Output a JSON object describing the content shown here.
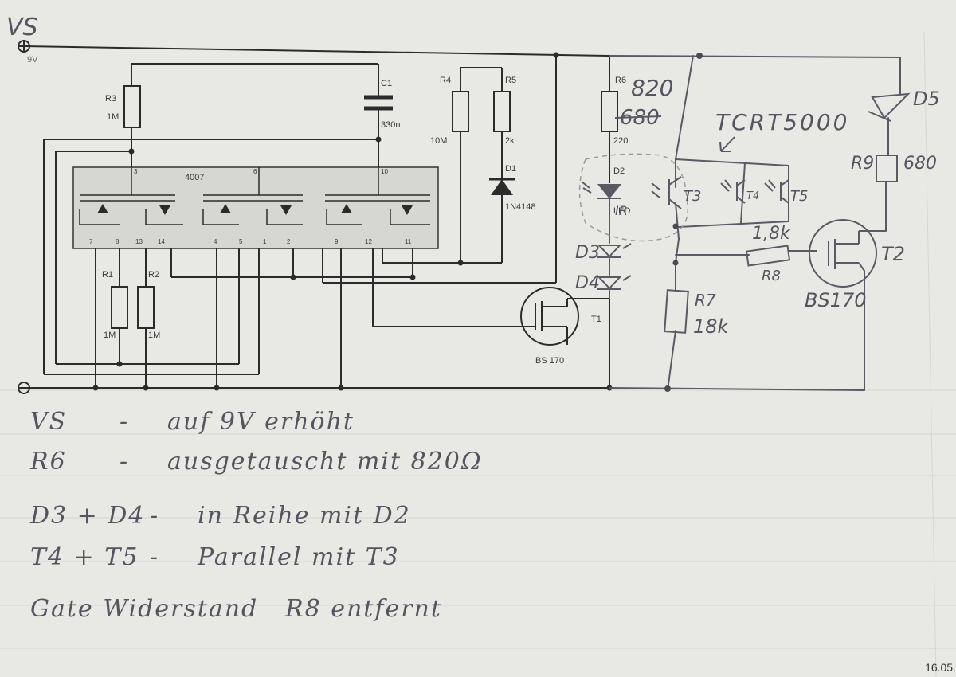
{
  "schematic": {
    "supply_label": "VS",
    "supply_voltage": "9V",
    "ic_label": "4007",
    "ic_pins": [
      "3",
      "6",
      "10",
      "7",
      "8",
      "13",
      "14",
      "4",
      "5",
      "1",
      "2",
      "9",
      "12",
      "11"
    ],
    "r3": {
      "ref": "R3",
      "value": "1M"
    },
    "c1": {
      "ref": "C1",
      "value": "330n"
    },
    "r4": {
      "ref": "R4",
      "value": "10M"
    },
    "r5": {
      "ref": "R5",
      "value": "2k"
    },
    "d1": {
      "ref": "D1",
      "value": "1N4148"
    },
    "r6": {
      "ref": "R6",
      "value_new": "820",
      "value_struck": "680",
      "value_original": "220"
    },
    "d2": {
      "ref": "D2",
      "label": "IR",
      "type": "LED"
    },
    "d3": "D3",
    "d4": "D4",
    "r1": {
      "ref": "R1",
      "value": "1M"
    },
    "r2": {
      "ref": "R2",
      "value": "1M"
    },
    "t1": {
      "ref": "T1",
      "type": "BS 170"
    },
    "sensor": "TCRT5000",
    "t3": "T3",
    "t4": "T4",
    "t5": "T5",
    "d5": "D5",
    "r9": {
      "ref": "R9",
      "value": "680"
    },
    "r8": {
      "ref": "R8",
      "value": "1,8k"
    },
    "r7": {
      "ref": "R7",
      "value": "18k"
    },
    "t2": {
      "ref": "T2",
      "type": "BS170"
    }
  },
  "notes": [
    {
      "key": "VS",
      "dash": "-",
      "text": "auf 9V erhöht"
    },
    {
      "key": "R6",
      "dash": "-",
      "text": "ausgetauscht mit 820Ω"
    },
    {
      "key": "D3 + D4",
      "dash": "-",
      "text": "in Reihe mit D2"
    },
    {
      "key": "T4 + T5",
      "dash": "-",
      "text": "Parallel mit T3"
    },
    {
      "key": "Gate Widerstand",
      "dash": "",
      "text": "R8 entfernt"
    }
  ],
  "date_stamp": "16.05."
}
